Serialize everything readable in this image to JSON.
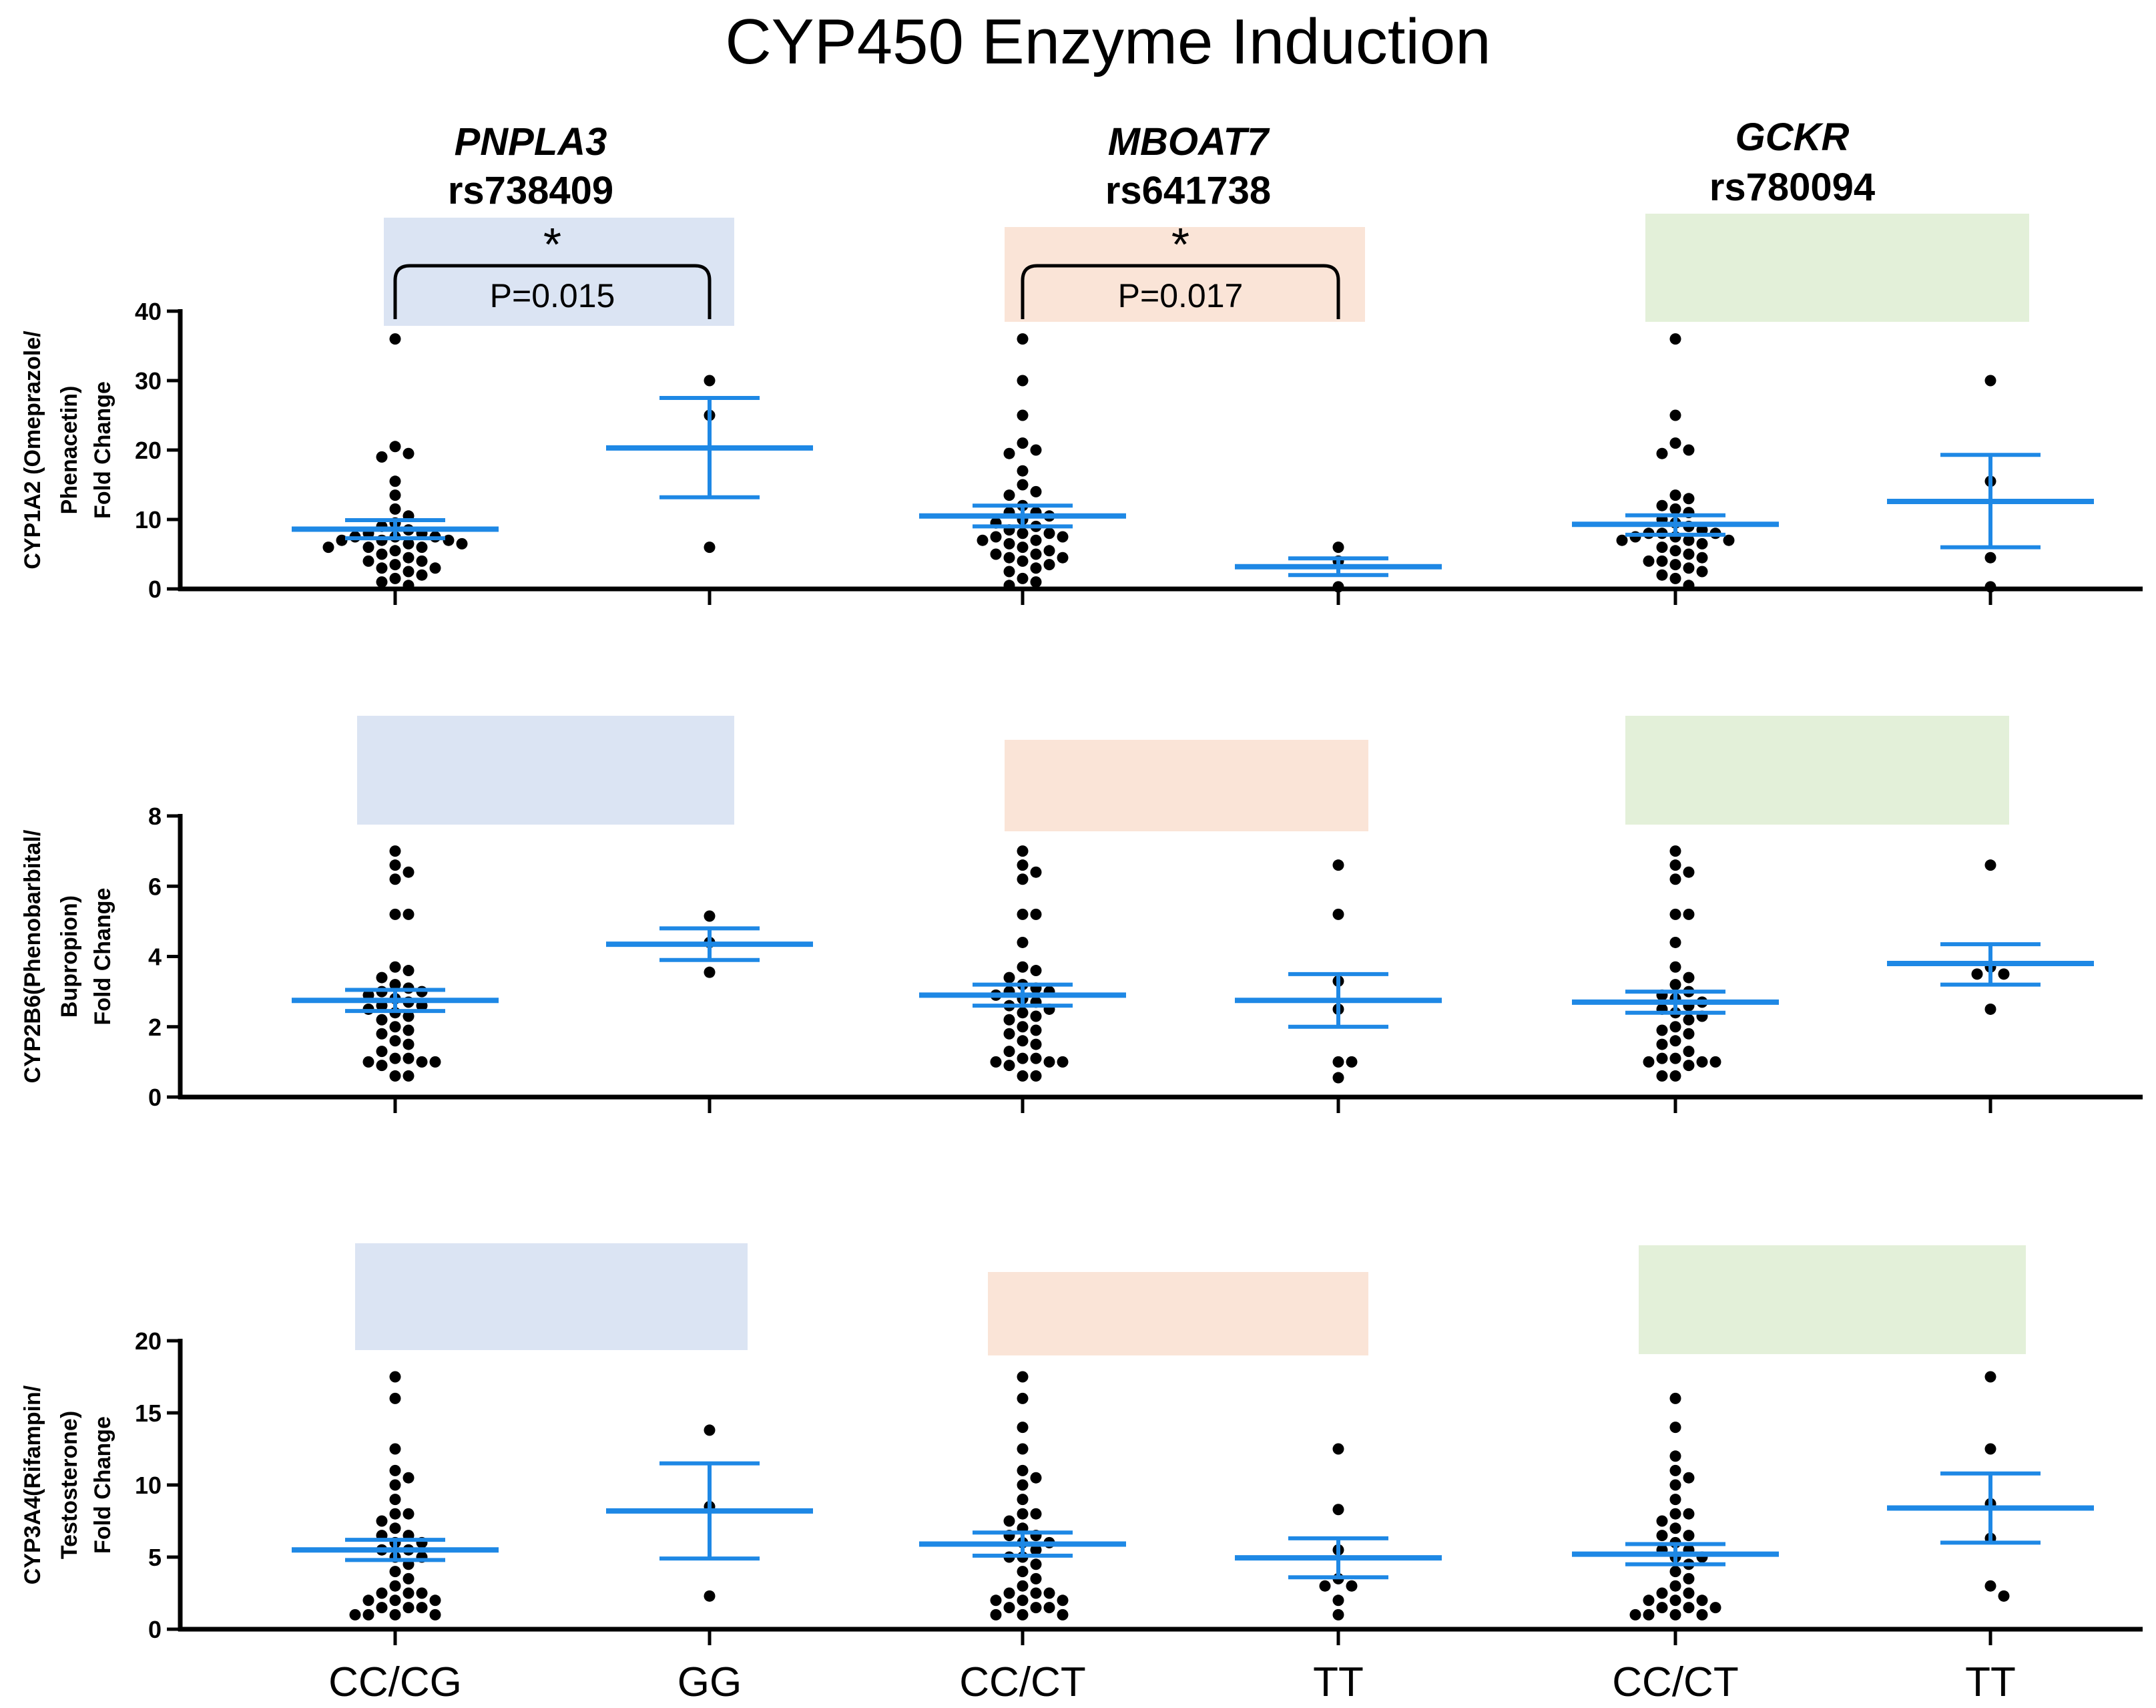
{
  "title": "CYP450 Enzyme Induction",
  "groups": [
    {
      "gene": "PNPLA3",
      "snp": "rs738409",
      "color": "#dbe4f3"
    },
    {
      "gene": "MBOAT7",
      "snp": "rs641738",
      "color": "#fae4d7"
    },
    {
      "gene": "GCKR",
      "snp": "rs780094",
      "color": "#e3f0d9"
    }
  ],
  "categories": [
    "CC/CG",
    "GG",
    "CC/CT",
    "TT",
    "CC/CT",
    "TT"
  ],
  "colors": {
    "mean_sem": "#1e88e5",
    "points": "#000000",
    "axis": "#000000"
  },
  "chart_data": [
    {
      "type": "scatter",
      "panel": "CYP1A2",
      "ylabel": [
        "CYP1A2 (Omeprazole/",
        "Phenacetin)",
        "Fold Change"
      ],
      "ylim": [
        0,
        40
      ],
      "yticks": [
        0,
        10,
        20,
        30,
        40
      ],
      "annotations": [
        {
          "label": "*",
          "p": "P=0.015",
          "from": 0,
          "to": 1
        },
        {
          "label": "*",
          "p": "P=0.017",
          "from": 2,
          "to": 3
        }
      ],
      "series": [
        {
          "category": "CC/CG",
          "mean": 8.6,
          "sem_low": 7.3,
          "sem_high": 9.9,
          "points": [
            36,
            20.5,
            19.5,
            19,
            15.5,
            13.5,
            11.5,
            10.5,
            9.5,
            9,
            8.5,
            8,
            8,
            7.5,
            7.5,
            7.5,
            7,
            7,
            7,
            6.5,
            6.5,
            6,
            6,
            6,
            5.5,
            5,
            4.5,
            4,
            4,
            3.5,
            3,
            3,
            2.5,
            2,
            1.5,
            1,
            0.5
          ]
        },
        {
          "category": "GG",
          "mean": 20.3,
          "sem_low": 13.2,
          "sem_high": 27.5,
          "points": [
            30,
            25,
            6
          ]
        },
        {
          "category": "CC/CT",
          "mean": 10.5,
          "sem_low": 9.0,
          "sem_high": 12.0,
          "points": [
            36,
            30,
            25,
            21,
            20,
            19.5,
            17,
            15,
            14,
            13.5,
            12,
            11,
            11,
            10.5,
            10,
            9.5,
            9,
            8.5,
            8,
            8,
            7.5,
            7.5,
            7,
            7,
            6.5,
            6,
            5.5,
            5,
            5,
            4.5,
            4.5,
            4,
            3.5,
            3,
            2.5,
            1.5,
            1,
            0.5
          ]
        },
        {
          "category": "TT",
          "mean": 3.2,
          "sem_low": 2.0,
          "sem_high": 4.4,
          "points": [
            6,
            4,
            0.3
          ]
        },
        {
          "category": "CC/CT",
          "mean": 9.3,
          "sem_low": 7.8,
          "sem_high": 10.6,
          "points": [
            36,
            25,
            21,
            20,
            19.5,
            13.5,
            13,
            12,
            11.5,
            11,
            10,
            9.5,
            9,
            8.5,
            8,
            8,
            8,
            7.5,
            7.5,
            7,
            7,
            7,
            6.5,
            6,
            5.5,
            5,
            4.5,
            4,
            4,
            3.5,
            3,
            2.5,
            2,
            1.5,
            0.5
          ]
        },
        {
          "category": "TT",
          "mean": 12.6,
          "sem_low": 6.0,
          "sem_high": 19.3,
          "points": [
            30,
            15.5,
            4.5,
            0.3
          ]
        }
      ]
    },
    {
      "type": "scatter",
      "panel": "CYP2B6",
      "ylabel": [
        "CYP2B6(Phenobarbital/",
        "Bupropion)",
        "Fold Change"
      ],
      "ylim": [
        0,
        8
      ],
      "yticks": [
        0,
        2,
        4,
        6,
        8
      ],
      "annotations": [],
      "series": [
        {
          "category": "CC/CG",
          "mean": 2.75,
          "sem_low": 2.45,
          "sem_high": 3.05,
          "points": [
            7.0,
            6.6,
            6.4,
            6.2,
            5.2,
            5.2,
            3.7,
            3.6,
            3.4,
            3.2,
            3.1,
            3.0,
            3.0,
            2.9,
            2.8,
            2.7,
            2.6,
            2.6,
            2.5,
            2.4,
            2.3,
            2.2,
            2.0,
            1.9,
            1.8,
            1.6,
            1.5,
            1.3,
            1.1,
            1.1,
            1.0,
            1.0,
            1.0,
            0.9,
            0.6,
            0.6
          ]
        },
        {
          "category": "GG",
          "mean": 4.35,
          "sem_low": 3.9,
          "sem_high": 4.8,
          "points": [
            5.15,
            4.4,
            3.55
          ]
        },
        {
          "category": "CC/CT",
          "mean": 2.9,
          "sem_low": 2.6,
          "sem_high": 3.2,
          "points": [
            7.0,
            6.6,
            6.4,
            6.2,
            5.2,
            5.2,
            4.4,
            3.7,
            3.6,
            3.4,
            3.2,
            3.1,
            3.0,
            3.0,
            2.9,
            2.8,
            2.7,
            2.6,
            2.5,
            2.4,
            2.3,
            2.2,
            2.0,
            1.9,
            1.8,
            1.6,
            1.5,
            1.3,
            1.1,
            1.1,
            1.0,
            1.0,
            1.0,
            0.9,
            0.6,
            0.6
          ]
        },
        {
          "category": "TT",
          "mean": 2.75,
          "sem_low": 2.0,
          "sem_high": 3.5,
          "points": [
            6.6,
            5.2,
            3.3,
            2.5,
            1.0,
            1.0,
            0.55
          ]
        },
        {
          "category": "CC/CT",
          "mean": 2.7,
          "sem_low": 2.4,
          "sem_high": 3.0,
          "points": [
            7.0,
            6.6,
            6.4,
            6.2,
            5.2,
            5.2,
            4.4,
            3.7,
            3.4,
            3.2,
            3.0,
            2.9,
            2.8,
            2.7,
            2.6,
            2.5,
            2.4,
            2.3,
            2.2,
            2.0,
            1.9,
            1.8,
            1.6,
            1.5,
            1.3,
            1.1,
            1.1,
            1.0,
            1.0,
            1.0,
            0.9,
            0.6,
            0.6
          ]
        },
        {
          "category": "TT",
          "mean": 3.8,
          "sem_low": 3.2,
          "sem_high": 4.35,
          "points": [
            6.6,
            3.7,
            3.5,
            3.5,
            2.5
          ]
        }
      ]
    },
    {
      "type": "scatter",
      "panel": "CYP3A4",
      "ylabel": [
        "CYP3A4(Rifampin/",
        "Testosterone)",
        "Fold Change"
      ],
      "ylim": [
        0,
        20
      ],
      "yticks": [
        0,
        5,
        10,
        15,
        20
      ],
      "annotations": [],
      "series": [
        {
          "category": "CC/CG",
          "mean": 5.5,
          "sem_low": 4.8,
          "sem_high": 6.2,
          "points": [
            17.5,
            16,
            12.5,
            11,
            10.5,
            10,
            9,
            8,
            8,
            7.5,
            7,
            6.5,
            6.5,
            6,
            6,
            5.5,
            5.5,
            5,
            5,
            4.5,
            4,
            3.5,
            3,
            2.5,
            2.5,
            2.5,
            2,
            2,
            2,
            1.5,
            1.5,
            1.5,
            1,
            1,
            1,
            1
          ]
        },
        {
          "category": "GG",
          "mean": 8.2,
          "sem_low": 4.9,
          "sem_high": 11.5,
          "points": [
            13.8,
            8.5,
            2.3
          ]
        },
        {
          "category": "CC/CT",
          "mean": 5.9,
          "sem_low": 5.1,
          "sem_high": 6.7,
          "points": [
            17.5,
            16,
            14,
            12.5,
            11,
            10.5,
            10,
            9,
            8,
            8,
            7.5,
            7,
            6.5,
            6.5,
            6,
            6,
            5.5,
            5,
            5,
            4.5,
            4,
            3.5,
            3,
            2.5,
            2.5,
            2.5,
            2,
            2,
            2,
            1.5,
            1.5,
            1.5,
            1,
            1,
            1
          ]
        },
        {
          "category": "TT",
          "mean": 4.95,
          "sem_low": 3.6,
          "sem_high": 6.3,
          "points": [
            12.5,
            8.3,
            5.5,
            3.5,
            3.0,
            3.0,
            2.0,
            1.0
          ]
        },
        {
          "category": "CC/CT",
          "mean": 5.2,
          "sem_low": 4.5,
          "sem_high": 5.9,
          "points": [
            16,
            14,
            12,
            11,
            10.5,
            10,
            9,
            8,
            8,
            7.5,
            7,
            6.5,
            6.5,
            6,
            5.5,
            5.5,
            5,
            5,
            4.5,
            4,
            3.5,
            3,
            2.5,
            2.5,
            2,
            2,
            2,
            1.5,
            1.5,
            1.5,
            1,
            1,
            1,
            1
          ]
        },
        {
          "category": "TT",
          "mean": 8.4,
          "sem_low": 6.0,
          "sem_high": 10.8,
          "points": [
            17.5,
            12.5,
            8.7,
            6.3,
            3.0,
            2.3
          ]
        }
      ]
    }
  ]
}
